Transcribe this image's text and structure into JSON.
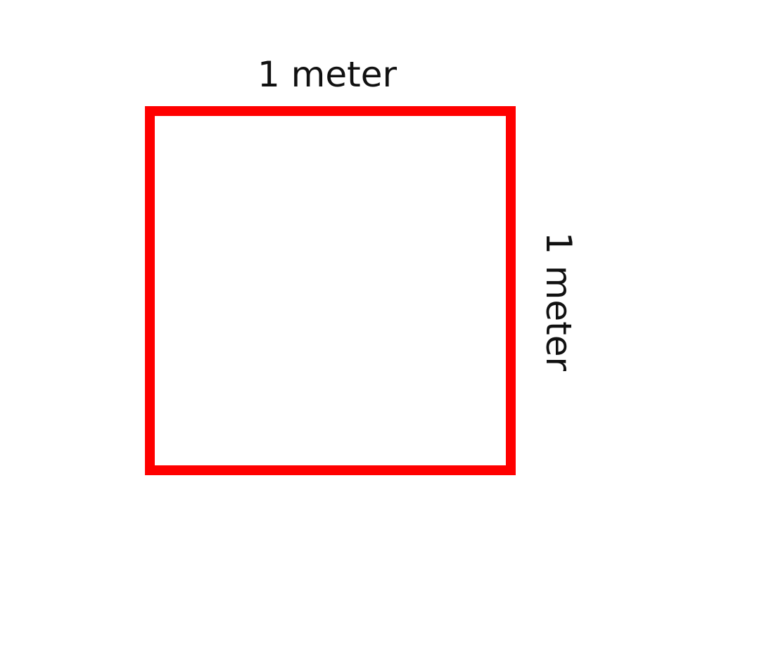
{
  "diagram": {
    "shape": "square",
    "outline_color": "#ff0000",
    "top_label": "1 meter",
    "side_label": "1 meter"
  }
}
